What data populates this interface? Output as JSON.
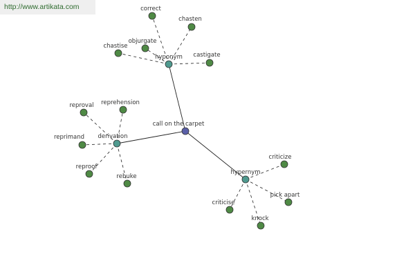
{
  "watermark": "http://www.artikata.com",
  "colors": {
    "root_node": "#5a5fa8",
    "hub_node": "#4f9a8f",
    "leaf_node": "#4f8a45",
    "node_stroke": "#333333",
    "edge": "#222222"
  },
  "graph": {
    "root": "call on the carpet",
    "groups": [
      {
        "relation": "hyponym",
        "words": [
          "correct",
          "chasten",
          "objurgate",
          "chastise",
          "castigate"
        ]
      },
      {
        "relation": "derivation",
        "words": [
          "reproval",
          "reprehension",
          "reprimand",
          "reproof",
          "rebuke"
        ]
      },
      {
        "relation": "hypernym",
        "words": [
          "criticize",
          "pick apart",
          "criticise",
          "knock"
        ]
      }
    ]
  }
}
